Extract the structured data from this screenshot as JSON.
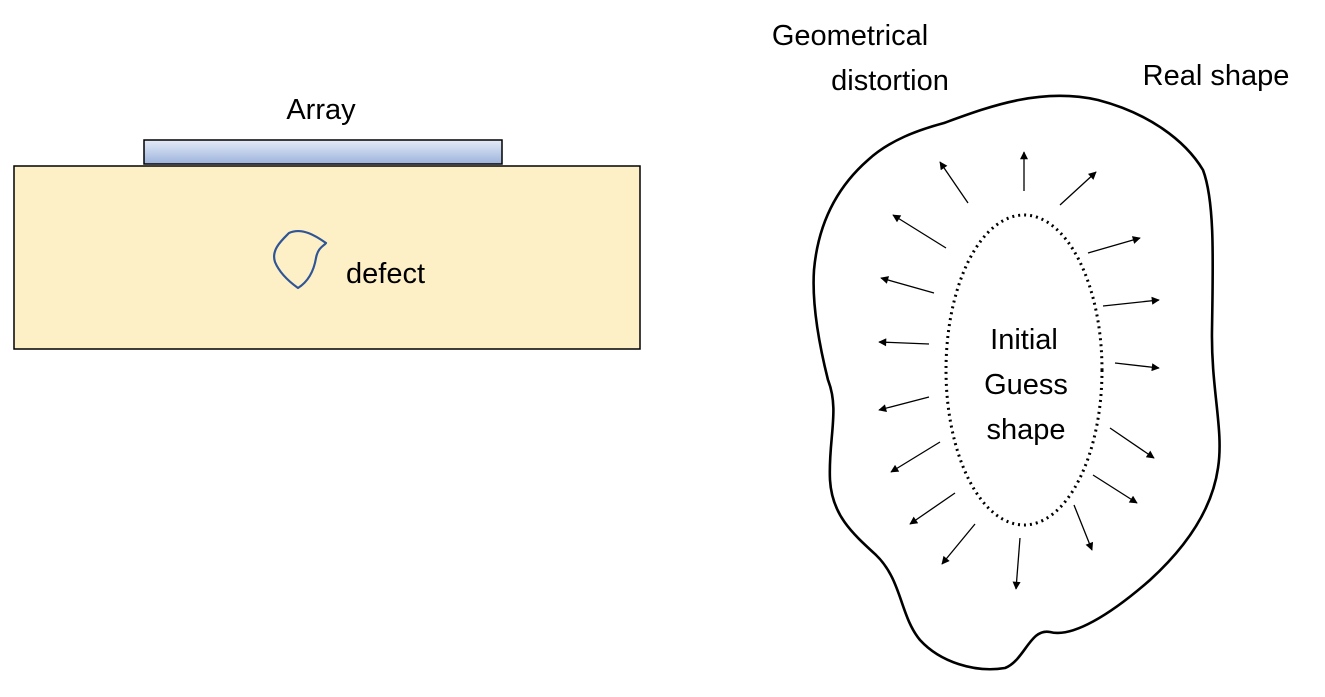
{
  "left_panel": {
    "array_label": "Array",
    "defect_label": "defect"
  },
  "right_panel": {
    "distortion_label_line1": "Geometrical",
    "distortion_label_line2": "distortion",
    "real_shape_label": "Real shape",
    "initial_guess_line1": "Initial",
    "initial_guess_line2": "Guess",
    "initial_guess_line3": "shape"
  },
  "colors": {
    "specimen_fill": "#fdf0c6",
    "array_fill_top": "#dfe7f5",
    "array_fill_bottom": "#9fb5dd",
    "defect_stroke": "#2f5597",
    "line": "#000000"
  }
}
